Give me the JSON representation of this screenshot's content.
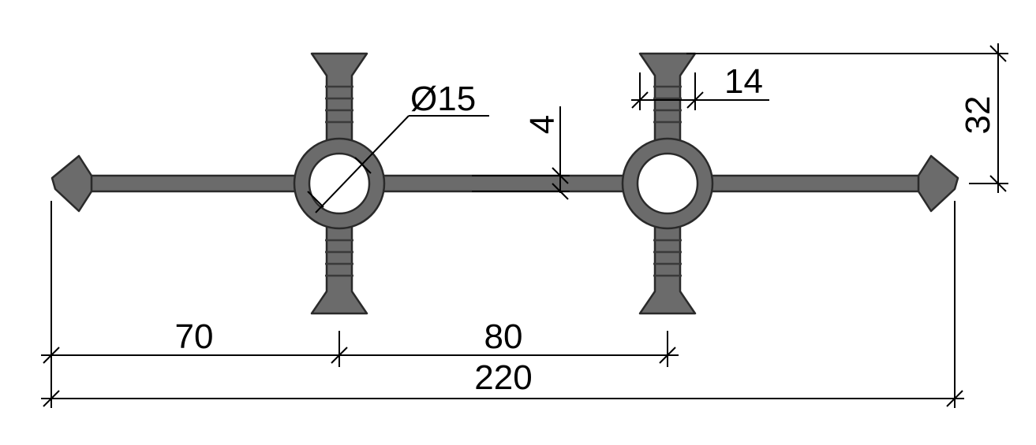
{
  "dimensions": {
    "total_width": "220",
    "edge_to_bulb": "70",
    "bulb_spacing": "80",
    "bulb_diameter": "Ø15",
    "web_thickness": "4",
    "flange_width": "14",
    "half_height": "32"
  },
  "colors": {
    "profile_fill": "#6b6b6b",
    "outline": "#2a2a2a",
    "dimension_lines": "#000000",
    "background": "#ffffff"
  }
}
